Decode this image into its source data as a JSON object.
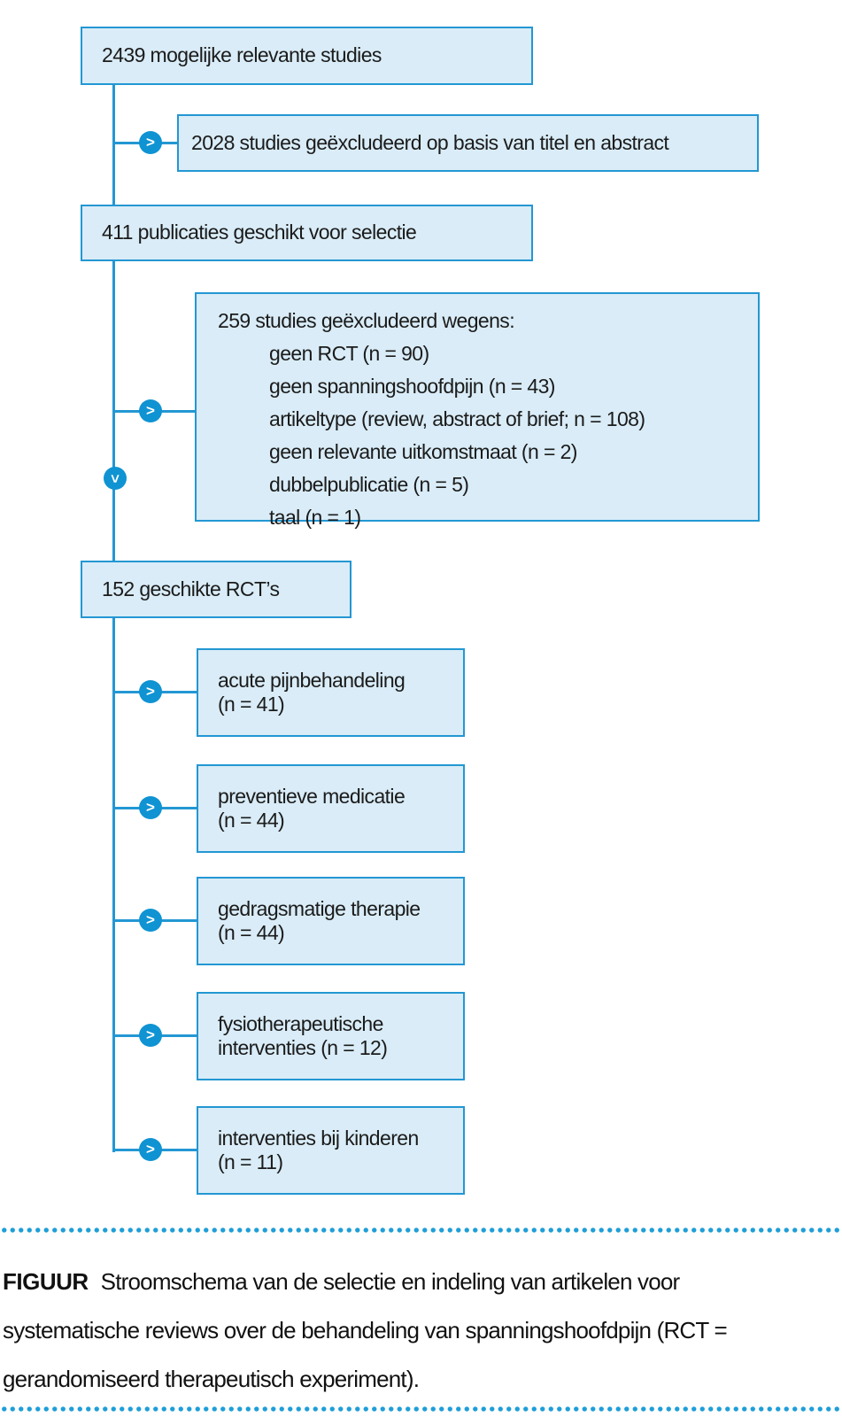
{
  "colors": {
    "line_blue": "#2397d3",
    "circle_blue": "#0f93d2",
    "box_fill": "#d9ecf7",
    "dot_blue": "#1e9ed8",
    "text_dark": "#1b1b1b"
  },
  "flowchart": {
    "arrow_glyph": ">",
    "initial": "2439 mogelijke relevante studies",
    "excluded_title_abstract": "2028 studies geëxcludeerd op basis van titel en abstract",
    "eligible_selection": "411 publicaties geschikt voor selectie",
    "excluded_reasons": {
      "header": "259 studies geëxcludeerd wegens:",
      "items": [
        "geen RCT (n = 90)",
        "geen spanningshoofdpijn (n = 43)",
        "artikeltype (review, abstract of brief; n = 108)",
        "geen relevante uitkomstmaat (n = 2)",
        "dubbelpublicatie (n = 5)",
        "taal (n = 1)"
      ]
    },
    "eligible_rcts": "152 geschikte RCT’s",
    "categories": [
      {
        "line1": "acute pijnbehandeling",
        "line2": "(n = 41)"
      },
      {
        "line1": "preventieve medicatie",
        "line2": "(n = 44)"
      },
      {
        "line1": "gedragsmatige therapie",
        "line2": "(n = 44)"
      },
      {
        "line1": "fysiotherapeutische",
        "line2": "interventies (n = 12)"
      },
      {
        "line1": "interventies bij kinderen",
        "line2": "(n = 11)"
      }
    ]
  },
  "caption": {
    "label": "FIGUUR",
    "lines": [
      "Stroomschema van de selectie en indeling van artikelen voor",
      "systematische reviews over de behandeling van spanningshoofdpijn (RCT =",
      "gerandomiseerd therapeutisch experiment)."
    ]
  }
}
